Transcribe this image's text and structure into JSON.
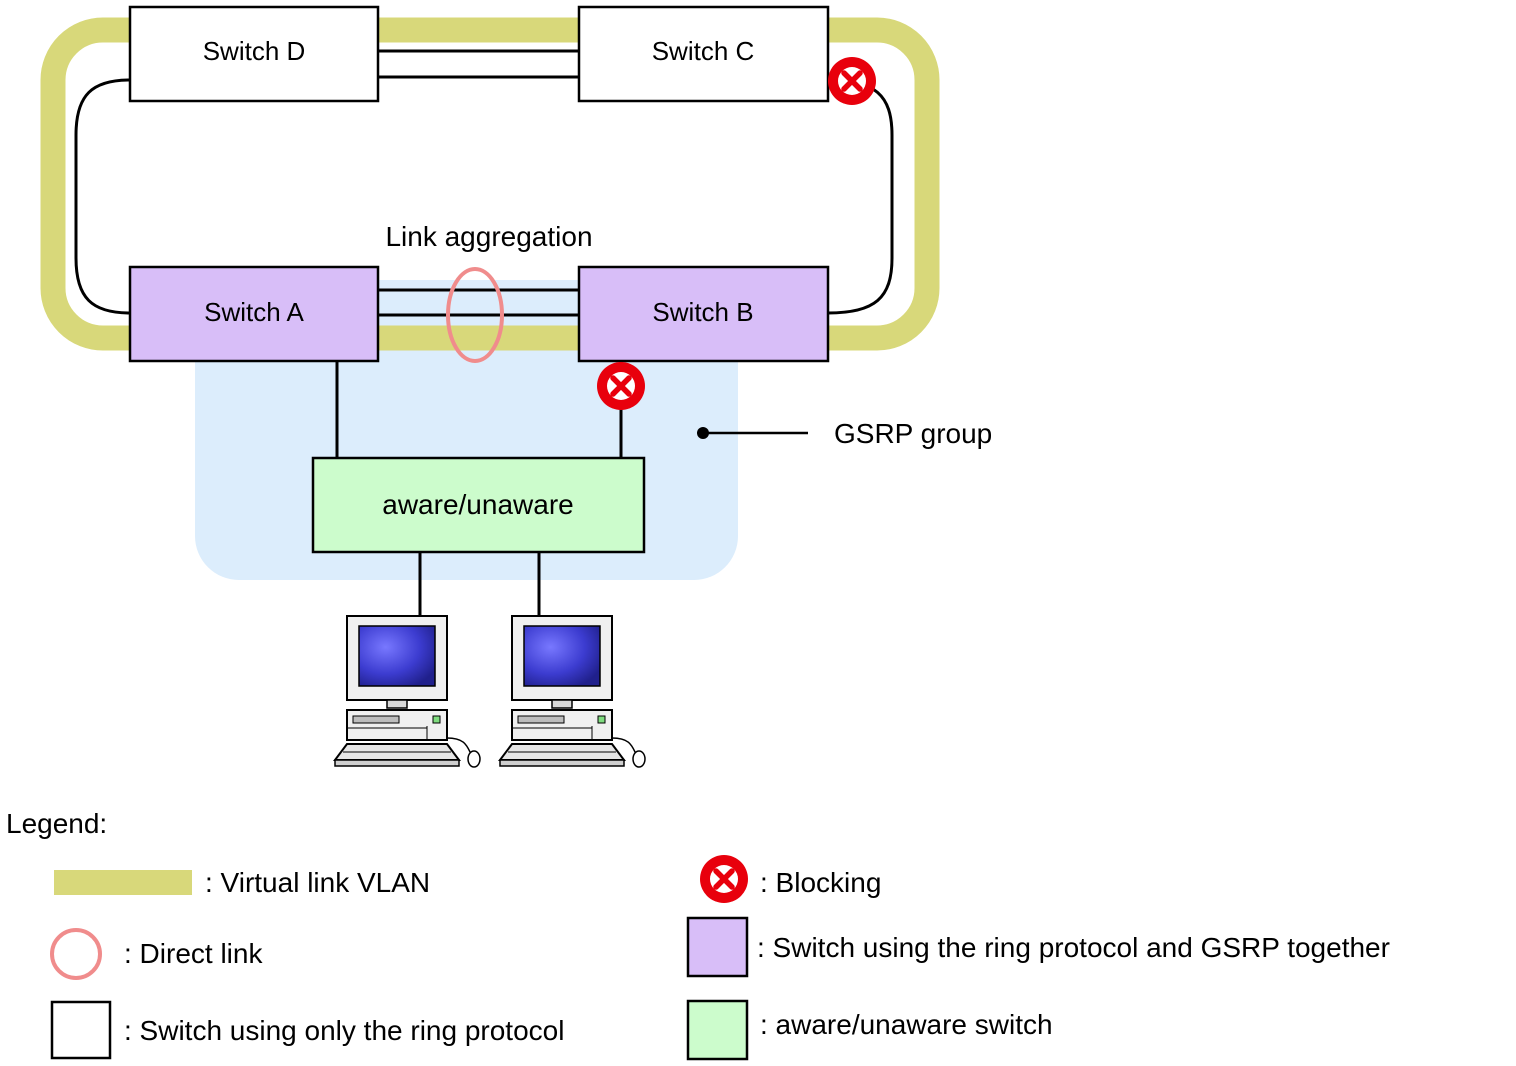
{
  "diagram": {
    "switches": {
      "d": {
        "label": "Switch D",
        "kind": "ring_only"
      },
      "c": {
        "label": "Switch C",
        "kind": "ring_only"
      },
      "a": {
        "label": "Switch A",
        "kind": "ring_gsrp"
      },
      "b": {
        "label": "Switch B",
        "kind": "ring_gsrp"
      },
      "aware": {
        "label": "aware/unaware",
        "kind": "aware_unaware"
      }
    },
    "link_aggregation_label": "Link aggregation",
    "gsrp_group_label": "GSRP group"
  },
  "legend": {
    "title": "Legend:",
    "virtual_link_vlan": ": Virtual link VLAN",
    "direct_link": ": Direct link",
    "ring_only_switch": ": Switch using only the ring protocol",
    "blocking": ": Blocking",
    "ring_gsrp_switch": ": Switch using the ring protocol and GSRP together",
    "aware_unaware_switch": ": aware/unaware switch"
  },
  "colors": {
    "virtual_link_vlan": "#d8d87a",
    "direct_link": "#f08c8c",
    "ring_gsrp_switch": "#d8bef8",
    "aware_unaware_switch": "#ccfccc",
    "gsrp_group_area": "#dcedfc",
    "blocking": "#e8000c",
    "line": "#000000"
  }
}
